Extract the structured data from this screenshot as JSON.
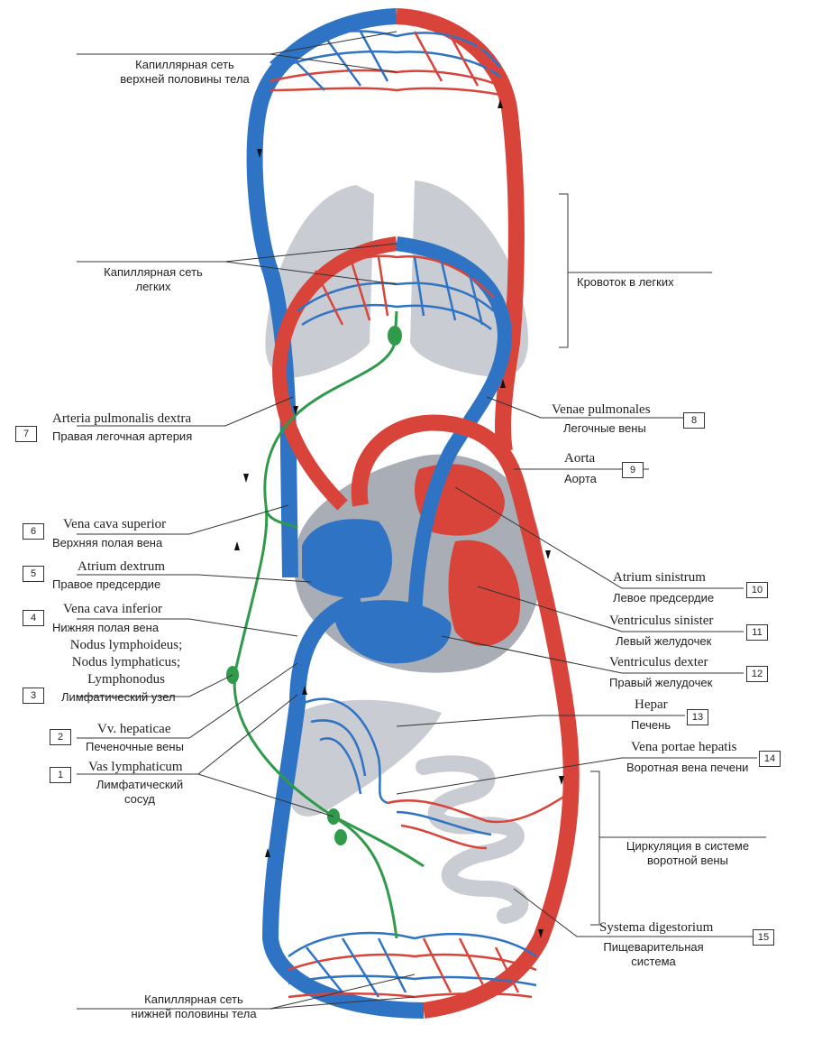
{
  "colors": {
    "arterial": "#d9443a",
    "venous": "#2f74c4",
    "lymph": "#2e9a4a",
    "organ": "#c9ccd2",
    "heart_outline": "#9ea3ab"
  },
  "capillary_upper": {
    "line1": "Капиллярная сеть",
    "line2": "верхней половины тела"
  },
  "capillary_lungs": {
    "line1": "Капиллярная сеть",
    "line2": "легких"
  },
  "pulmonary_flow": "Кровоток в легких",
  "portal_circ": {
    "line1": "Циркуляция в системе",
    "line2": "воротной вены"
  },
  "capillary_lower": {
    "line1": "Капиллярная сеть",
    "line2": "нижней половины тела"
  },
  "labels": [
    {
      "num": "7",
      "lat": "Arteria pulmonalis dextra",
      "ru": "Правая легочная артерия"
    },
    {
      "num": "6",
      "lat": "Vena cava superior",
      "ru": "Верхняя полая вена"
    },
    {
      "num": "5",
      "lat": "Atrium dextrum",
      "ru": "Правое предсердие"
    },
    {
      "num": "4",
      "lat": "Vena cava inferior",
      "ru": "Нижняя полая вена"
    },
    {
      "num": "3",
      "lat1": "Nodus lymphoideus;",
      "lat2": "Nodus lymphaticus;",
      "lat3": "Lymphonodus",
      "ru": "Лимфатический узел"
    },
    {
      "num": "2",
      "lat": "Vv. hepaticae",
      "ru": "Печеночные вены"
    },
    {
      "num": "1",
      "lat": "Vas lymphaticum",
      "ru1": "Лимфатический",
      "ru2": "сосуд"
    },
    {
      "num": "8",
      "lat": "Venae pulmonales",
      "ru": "Легочные вены"
    },
    {
      "num": "9",
      "lat": "Aorta",
      "ru": "Аорта"
    },
    {
      "num": "10",
      "lat": "Atrium sinistrum",
      "ru": "Левое предсердие"
    },
    {
      "num": "11",
      "lat": "Ventriculus sinister",
      "ru": "Левый желудочек"
    },
    {
      "num": "12",
      "lat": "Ventriculus dexter",
      "ru": "Правый желудочек"
    },
    {
      "num": "13",
      "lat": "Hepar",
      "ru": "Печень"
    },
    {
      "num": "14",
      "lat": "Vena portae hepatis",
      "ru": "Воротная вена печени"
    },
    {
      "num": "15",
      "lat": "Systema digestorium",
      "ru1": "Пищеварительная",
      "ru2": "система"
    }
  ]
}
